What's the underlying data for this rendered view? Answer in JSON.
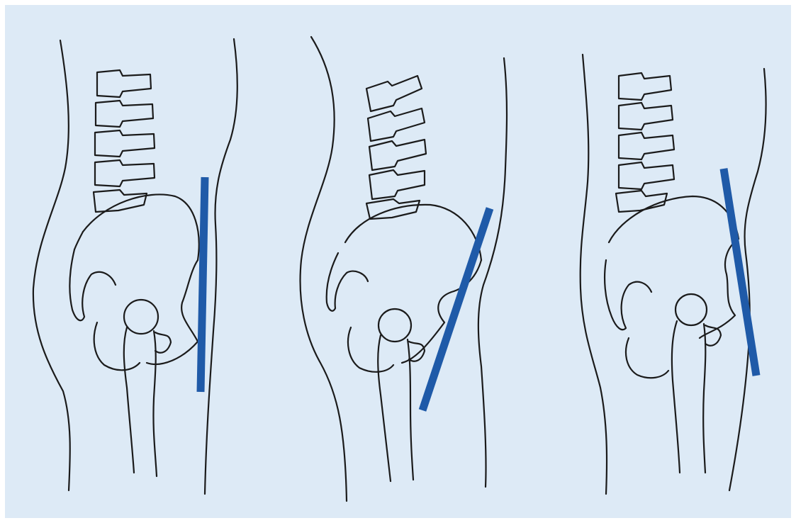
{
  "figure": {
    "background_color": "#ddeaf6",
    "line_color": "#1b1b1b",
    "reference_line_color": "#1f5aa8",
    "panels": [
      {
        "name": "neutral-pelvis",
        "reference_line_tilt": "vertical"
      },
      {
        "name": "anteverted-pelvis",
        "reference_line_tilt": "forward"
      },
      {
        "name": "retroverted-pelvis",
        "reference_line_tilt": "backward"
      }
    ]
  }
}
